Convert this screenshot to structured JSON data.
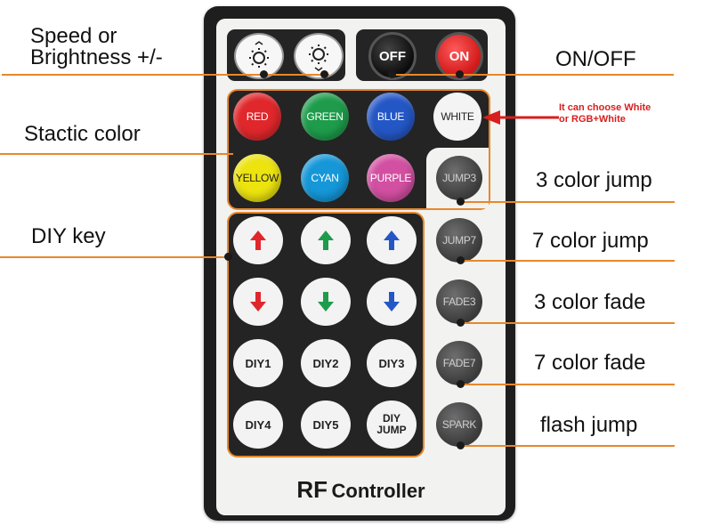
{
  "labels": {
    "speed_line1": "Speed  or",
    "speed_line2": "Brightness +/-",
    "on_off": "ON/OFF",
    "static_color": "Stactic color",
    "diy_key": "DIY key",
    "color_jump_3": "3 color jump",
    "color_jump_7": "7 color jump",
    "color_fade_3": "3 color fade",
    "color_fade_7": "7 color fade",
    "flash_jump": "flash jump",
    "white_note_line1": "It can choose White",
    "white_note_line2": "or RGB+White"
  },
  "buttons": {
    "off": "OFF",
    "on": "ON",
    "red": "RED",
    "green": "GREEN",
    "blue": "BLUE",
    "white": "WHITE",
    "yellow": "YELLOW",
    "cyan": "CYAN",
    "purple": "PURPLE",
    "jump3": "JUMP3",
    "jump7": "JUMP7",
    "fade3": "FADE3",
    "fade7": "FADE7",
    "spark": "SPARK",
    "diy1": "DIY1",
    "diy2": "DIY2",
    "diy3": "DIY3",
    "diy4": "DIY4",
    "diy5": "DIY5",
    "diy_jump_line1": "DIY",
    "diy_jump_line2": "JUMP"
  },
  "icons": {
    "brightness_up": "sun-up-icon",
    "brightness_down": "sun-down-icon",
    "red_up": "arrow-up-icon",
    "green_up": "arrow-up-icon",
    "blue_up": "arrow-up-icon",
    "red_down": "arrow-down-icon",
    "green_down": "arrow-down-icon",
    "blue_down": "arrow-down-icon",
    "note_arrow": "arrow-left-icon"
  },
  "title": {
    "rf": "RF",
    "controller": "Controller"
  },
  "colors": {
    "accent_line": "#e8872a",
    "note_red": "#d81e1e",
    "red": "#e0272b",
    "green": "#1e9c4b",
    "blue": "#2457c6",
    "yellow": "#ece30f",
    "cyan": "#1597d8",
    "purple": "#d24fa1"
  }
}
